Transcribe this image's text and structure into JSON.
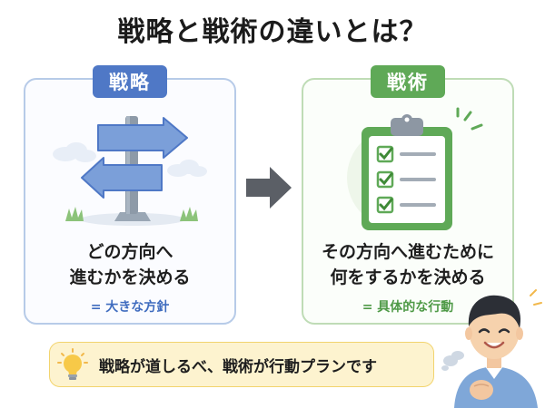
{
  "title": "戦略と戦術の違いとは？",
  "strategy": {
    "label": "戦略",
    "desc_line1": "どの方向へ",
    "desc_line2": "進むかを決める",
    "summary": "= 大きな方針"
  },
  "tactics": {
    "label": "戦術",
    "desc_line1": "その方向へ進むために",
    "desc_line2": "何をするかを決める",
    "summary": "= 具体的な行動"
  },
  "note": {
    "text": "戦略が道しるべ、戦術が行動プランです"
  },
  "colors": {
    "strategy_accent": "#4f78c6",
    "tactics_accent": "#5fa957",
    "note_bg": "#fdf3cf"
  },
  "icons": [
    "signpost-icon",
    "clipboard-checklist-icon",
    "arrow-right-icon",
    "lightbulb-icon",
    "person-illustration"
  ]
}
